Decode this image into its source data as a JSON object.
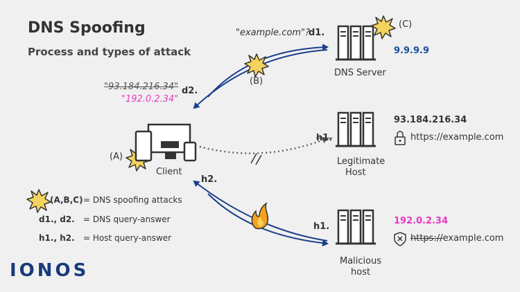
{
  "title": "DNS Spoofing",
  "subtitle": "Process and types of attack",
  "query_text": "\"example.com\"?",
  "d1": "d1.",
  "c_label": "(C)",
  "dns_ip": "9.9.9.9",
  "dns_name": "DNS Server",
  "b_label": "(B)",
  "d2": "d2.",
  "answer_legit": "\"93.184.216.34\"",
  "answer_spoofed": "\"192.0.2.34\"",
  "a_label": "(A)",
  "client_label": "Client",
  "h1_legit": "h1.",
  "legit_ip": "93.184.216.34",
  "legit_url": "https://example.com",
  "legit_name_1": "Legitimate",
  "legit_name_2": "Host",
  "h2": "h2.",
  "h1_mal": "h1.",
  "mal_ip": "192.0.2.34",
  "mal_url_strike": "https://",
  "mal_url_rest": "example.com",
  "mal_name_1": "Malicious",
  "mal_name_2": "host",
  "legend": {
    "abc": "(A,B,C)",
    "abc_desc": "= DNS spoofing attacks",
    "d": "d1., d2.",
    "d_desc": "= DNS query-answer",
    "h": "h1., h2.",
    "h_desc": "= Host query-answer"
  },
  "logo": "IONOS",
  "colors": {
    "arrow": "#1a3f8a",
    "server": "#333333",
    "pink": "#e639c4",
    "blue_ip": "#1a4f9c",
    "burst": "#f4d35e"
  },
  "icons": [
    "server-icon",
    "burst-icon",
    "computer-icon",
    "lock-icon",
    "shield-x-icon",
    "fire-icon"
  ]
}
